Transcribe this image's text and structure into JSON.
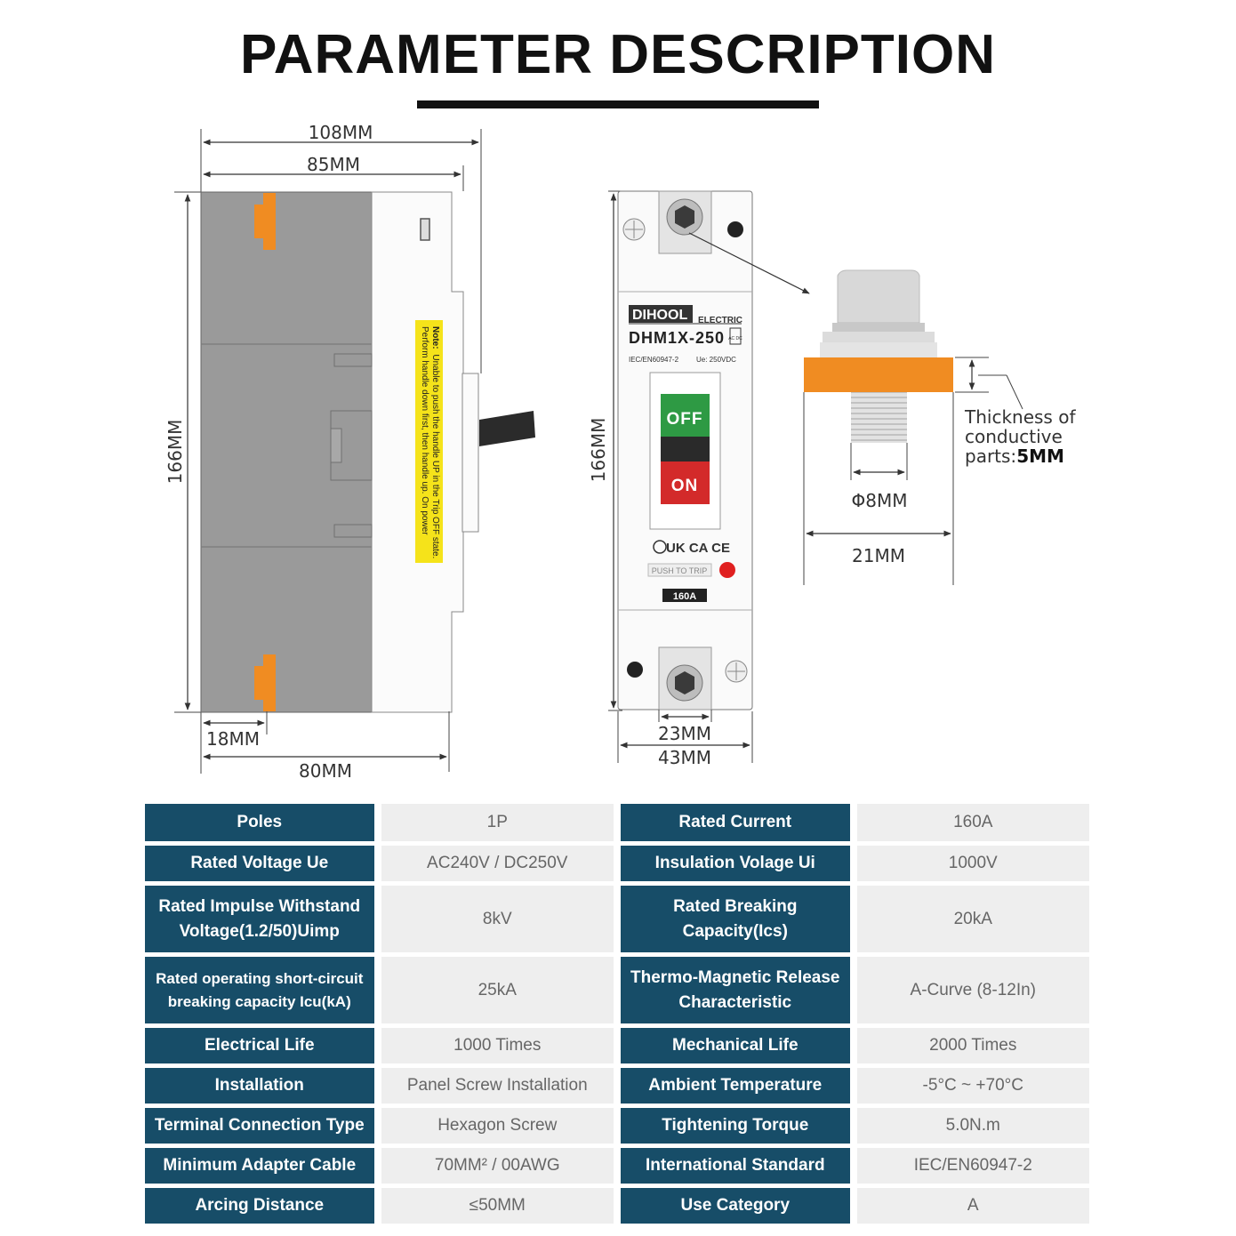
{
  "title": "PARAMETER DESCRIPTION",
  "side_view": {
    "dims": {
      "total_depth": "108MM",
      "body_depth": "85MM",
      "height": "166MM",
      "terminal": "18MM",
      "base": "80MM"
    },
    "note_label": "Note:",
    "note_line1": "Unable to push the handle UP in the Trip OFF state.",
    "note_line2": "Perform handle down first, then handle up. On power"
  },
  "front_view": {
    "brand": "DIHOOL",
    "brand_sub": "ELECTRIC",
    "model": "DHM1X-250",
    "acdc": "AC DC",
    "standard": "IEC/EN60947-2",
    "ue": "Ue: 250VDC",
    "off": "OFF",
    "on": "ON",
    "cert": "UK CA CE",
    "push_to_trip": "PUSH TO TRIP",
    "rating": "160A",
    "dims": {
      "height": "166MM",
      "terminal_width": "23MM",
      "width": "43MM"
    }
  },
  "terminal_detail": {
    "thickness_line1": "Thickness of",
    "thickness_line2": "conductive",
    "thickness_line3_prefix": "parts:",
    "thickness_value": "5MM",
    "bolt": "Φ8MM",
    "plate": "21MM"
  },
  "specs": [
    [
      {
        "k": "Poles",
        "v": "1P"
      },
      {
        "k": "Rated Current",
        "v": "160A"
      }
    ],
    [
      {
        "k": "Rated Voltage Ue",
        "v": "AC240V / DC250V"
      },
      {
        "k": "Insulation Volage Ui",
        "v": "1000V"
      }
    ],
    [
      {
        "k": "Rated Impulse Withstand Voltage(1.2/50)Uimp",
        "v": "8kV"
      },
      {
        "k": "Rated Breaking Capacity(Ics)",
        "v": "20kA"
      }
    ],
    [
      {
        "k": "Rated operating short-circuit breaking capacity Icu(kA)",
        "v": "25kA"
      },
      {
        "k": "Thermo-Magnetic Release Characteristic",
        "v": "A-Curve (8-12In)"
      }
    ],
    [
      {
        "k": "Electrical Life",
        "v": "1000 Times"
      },
      {
        "k": "Mechanical Life",
        "v": "2000 Times"
      }
    ],
    [
      {
        "k": "Installation",
        "v": "Panel Screw Installation"
      },
      {
        "k": "Ambient Temperature",
        "v": "-5°C ~ +70°C"
      }
    ],
    [
      {
        "k": "Terminal Connection Type",
        "v": "Hexagon Screw"
      },
      {
        "k": "Tightening Torque",
        "v": "5.0N.m"
      }
    ],
    [
      {
        "k": "Minimum Adapter Cable",
        "v": "70MM² / 00AWG"
      },
      {
        "k": "International Standard",
        "v": "IEC/EN60947-2"
      }
    ],
    [
      {
        "k": "Arcing Distance",
        "v": "≤50MM"
      },
      {
        "k": "Use Category",
        "v": "A"
      }
    ]
  ]
}
